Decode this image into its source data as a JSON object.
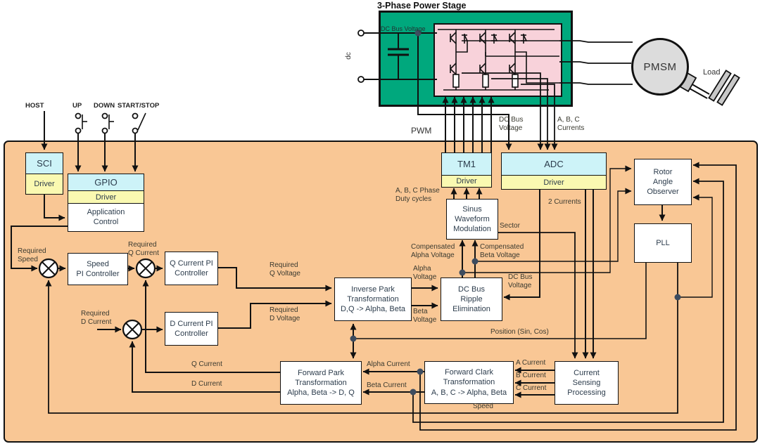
{
  "title": "3-Phase Power Stage",
  "power_stage": {
    "dc_label": "dc",
    "dc_bus_voltage": "DC Bus Voltage",
    "pmsm": "PMSM",
    "load": "Load"
  },
  "inputs": {
    "host": "HOST",
    "up": "UP",
    "down": "DOWN",
    "start_stop": "START/STOP"
  },
  "blocks": {
    "sci": {
      "title": "SCI",
      "sub": "Driver"
    },
    "gpio": {
      "title": "GPIO",
      "sub": "Driver",
      "body": "Application\nControl"
    },
    "tm1": {
      "title": "TM1",
      "sub": "Driver"
    },
    "adc": {
      "title": "ADC",
      "sub": "Driver"
    },
    "swm": {
      "body": "Sinus\nWaveform\nModulation"
    },
    "observer": {
      "body": "Rotor\nAngle\nObserver"
    },
    "pll": {
      "body": "PLL"
    },
    "speed_pi": {
      "body": "Speed\nPI Controller"
    },
    "q_pi": {
      "body": "Q Current PI\nController"
    },
    "d_pi": {
      "body": "D Current PI\nController"
    },
    "inv_park": {
      "body": "Inverse Park\nTransformation\nD,Q -> Alpha, Beta"
    },
    "ripple": {
      "body": "DC Bus\nRipple\nElimination"
    },
    "fwd_park": {
      "body": "Forward Park\nTransformation\nAlpha, Beta -> D, Q"
    },
    "fwd_clark": {
      "body": "Forward Clark\nTransformation\nA, B, C -> Alpha, Beta"
    },
    "csp": {
      "body": "Current\nSensing\nProcessing"
    }
  },
  "wire_labels": {
    "pwm": "PWM",
    "top_dc_bus": "DC Bus\nVoltage",
    "top_abc_currents": "A, B, C\nCurrents",
    "required_speed": "Required\nSpeed",
    "required_q_current": "Required\nQ Current",
    "required_d_current": "Required\nD Current",
    "required_q_voltage": "Required\nQ Voltage",
    "required_d_voltage": "Required\nD Voltage",
    "alpha_voltage": "Alpha\nVoltage",
    "beta_voltage": "Beta\nVoltage",
    "comp_alpha": "Compensated\nAlpha Voltage",
    "comp_beta": "Compensated\nBeta Voltage",
    "duty_cycles": "A, B, C Phase\nDuty cycles",
    "sector": "Sector",
    "two_currents": "2 Currents",
    "ripple_dc_bus": "DC Bus\nVoltage",
    "q_current": "Q Current",
    "d_current": "D Current",
    "alpha_current": "Alpha Current",
    "beta_current": "Beta Current",
    "a_current": "A Current",
    "b_current": "B Current",
    "c_current": "C Current",
    "position": "Position (Sin, Cos)",
    "speed": "Speed"
  },
  "colors": {
    "orange": "#F9C795",
    "green": "#00A87D",
    "pink": "#F8D2DA",
    "cyan": "#CDF3F8",
    "yellow": "#FAF9B1",
    "gray": "#DCDCDC"
  }
}
